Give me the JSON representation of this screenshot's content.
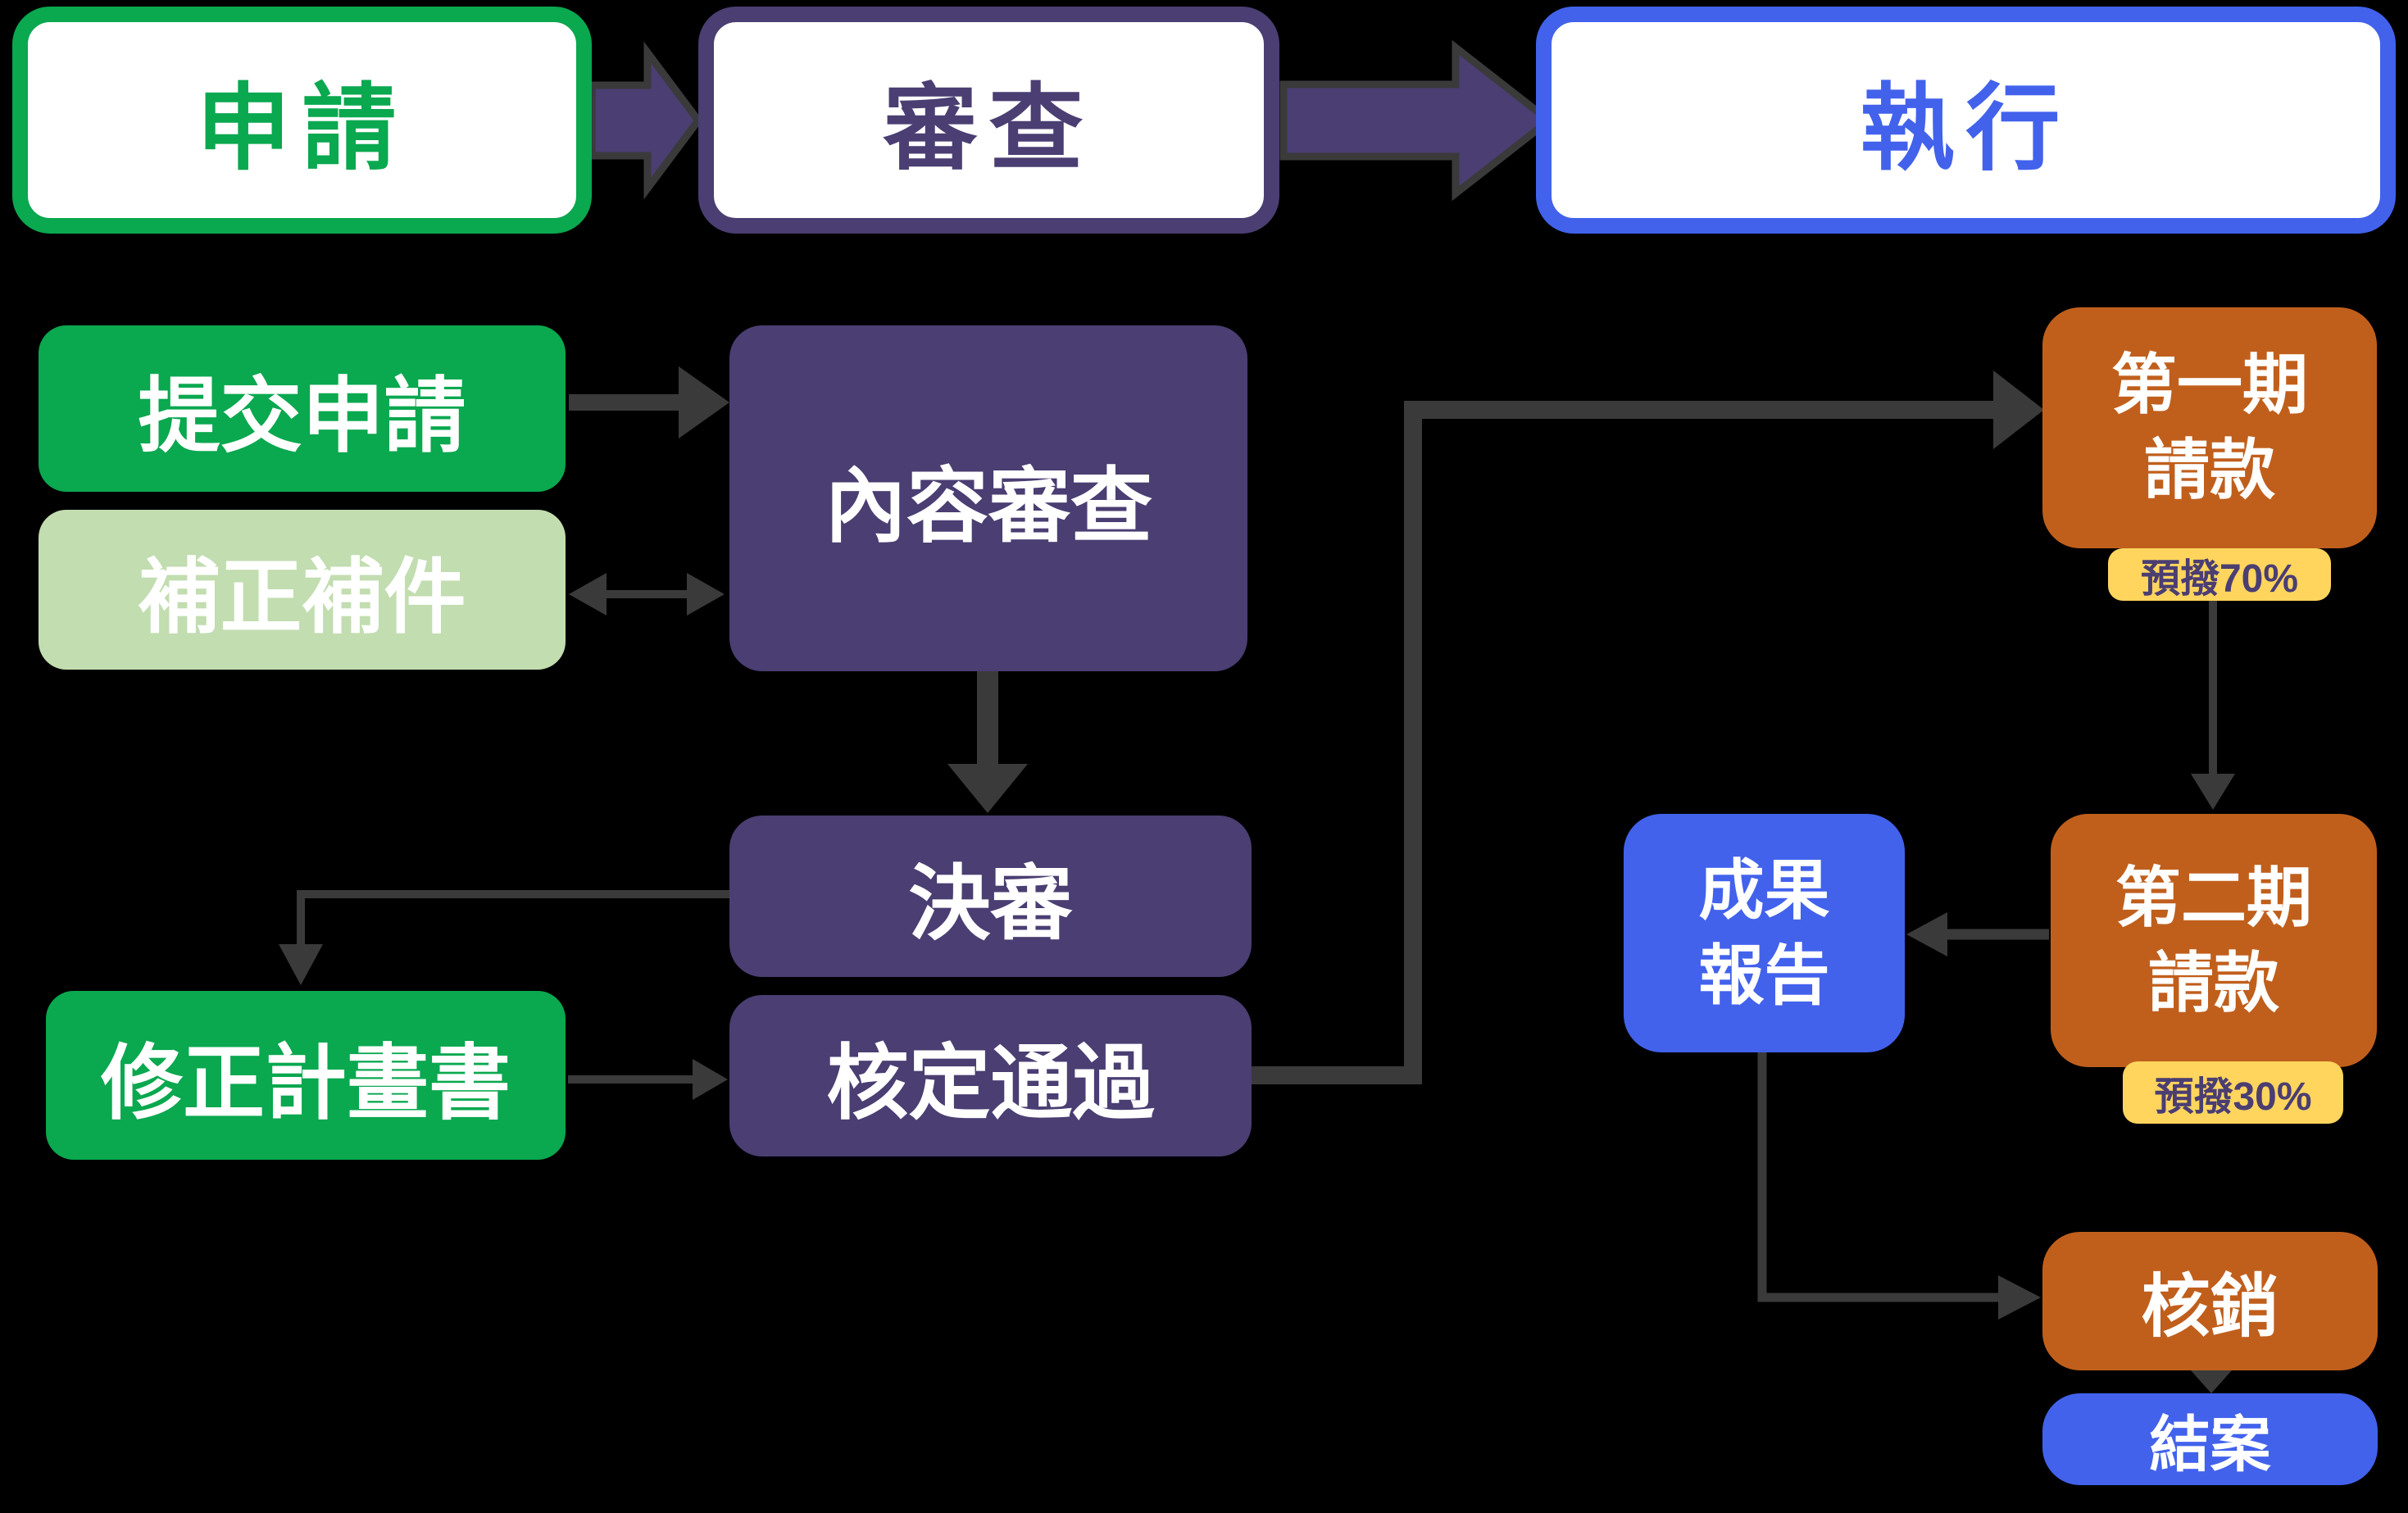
{
  "palette": {
    "background": "#000000",
    "green": "#0aa84f",
    "light_green": "#c2ddb0",
    "purple": "#4a3e72",
    "blue": "#4262ec",
    "orange": "#c05f1c",
    "yellow": "#ffd55e",
    "connector_gray": "#3a3a3a",
    "white": "#ffffff"
  },
  "stages": [
    {
      "label": "申請"
    },
    {
      "label": "審查"
    },
    {
      "label": "執行"
    }
  ],
  "nodes": {
    "submit": {
      "label": "提交申請"
    },
    "supplement": {
      "label": "補正補件"
    },
    "content_review": {
      "label": "內容審查"
    },
    "final_review": {
      "label": "決審"
    },
    "approval": {
      "label": "核定通過"
    },
    "revise_plan": {
      "label": "修正計畫書"
    },
    "first_payment": {
      "label": "第一期\n請款",
      "badge": "預撥70%"
    },
    "second_payment": {
      "label": "第二期\n請款",
      "badge": "預撥30%"
    },
    "result_report": {
      "label": "成果\n報告"
    },
    "writeoff": {
      "label": "核銷"
    },
    "closed": {
      "label": "結案"
    }
  }
}
